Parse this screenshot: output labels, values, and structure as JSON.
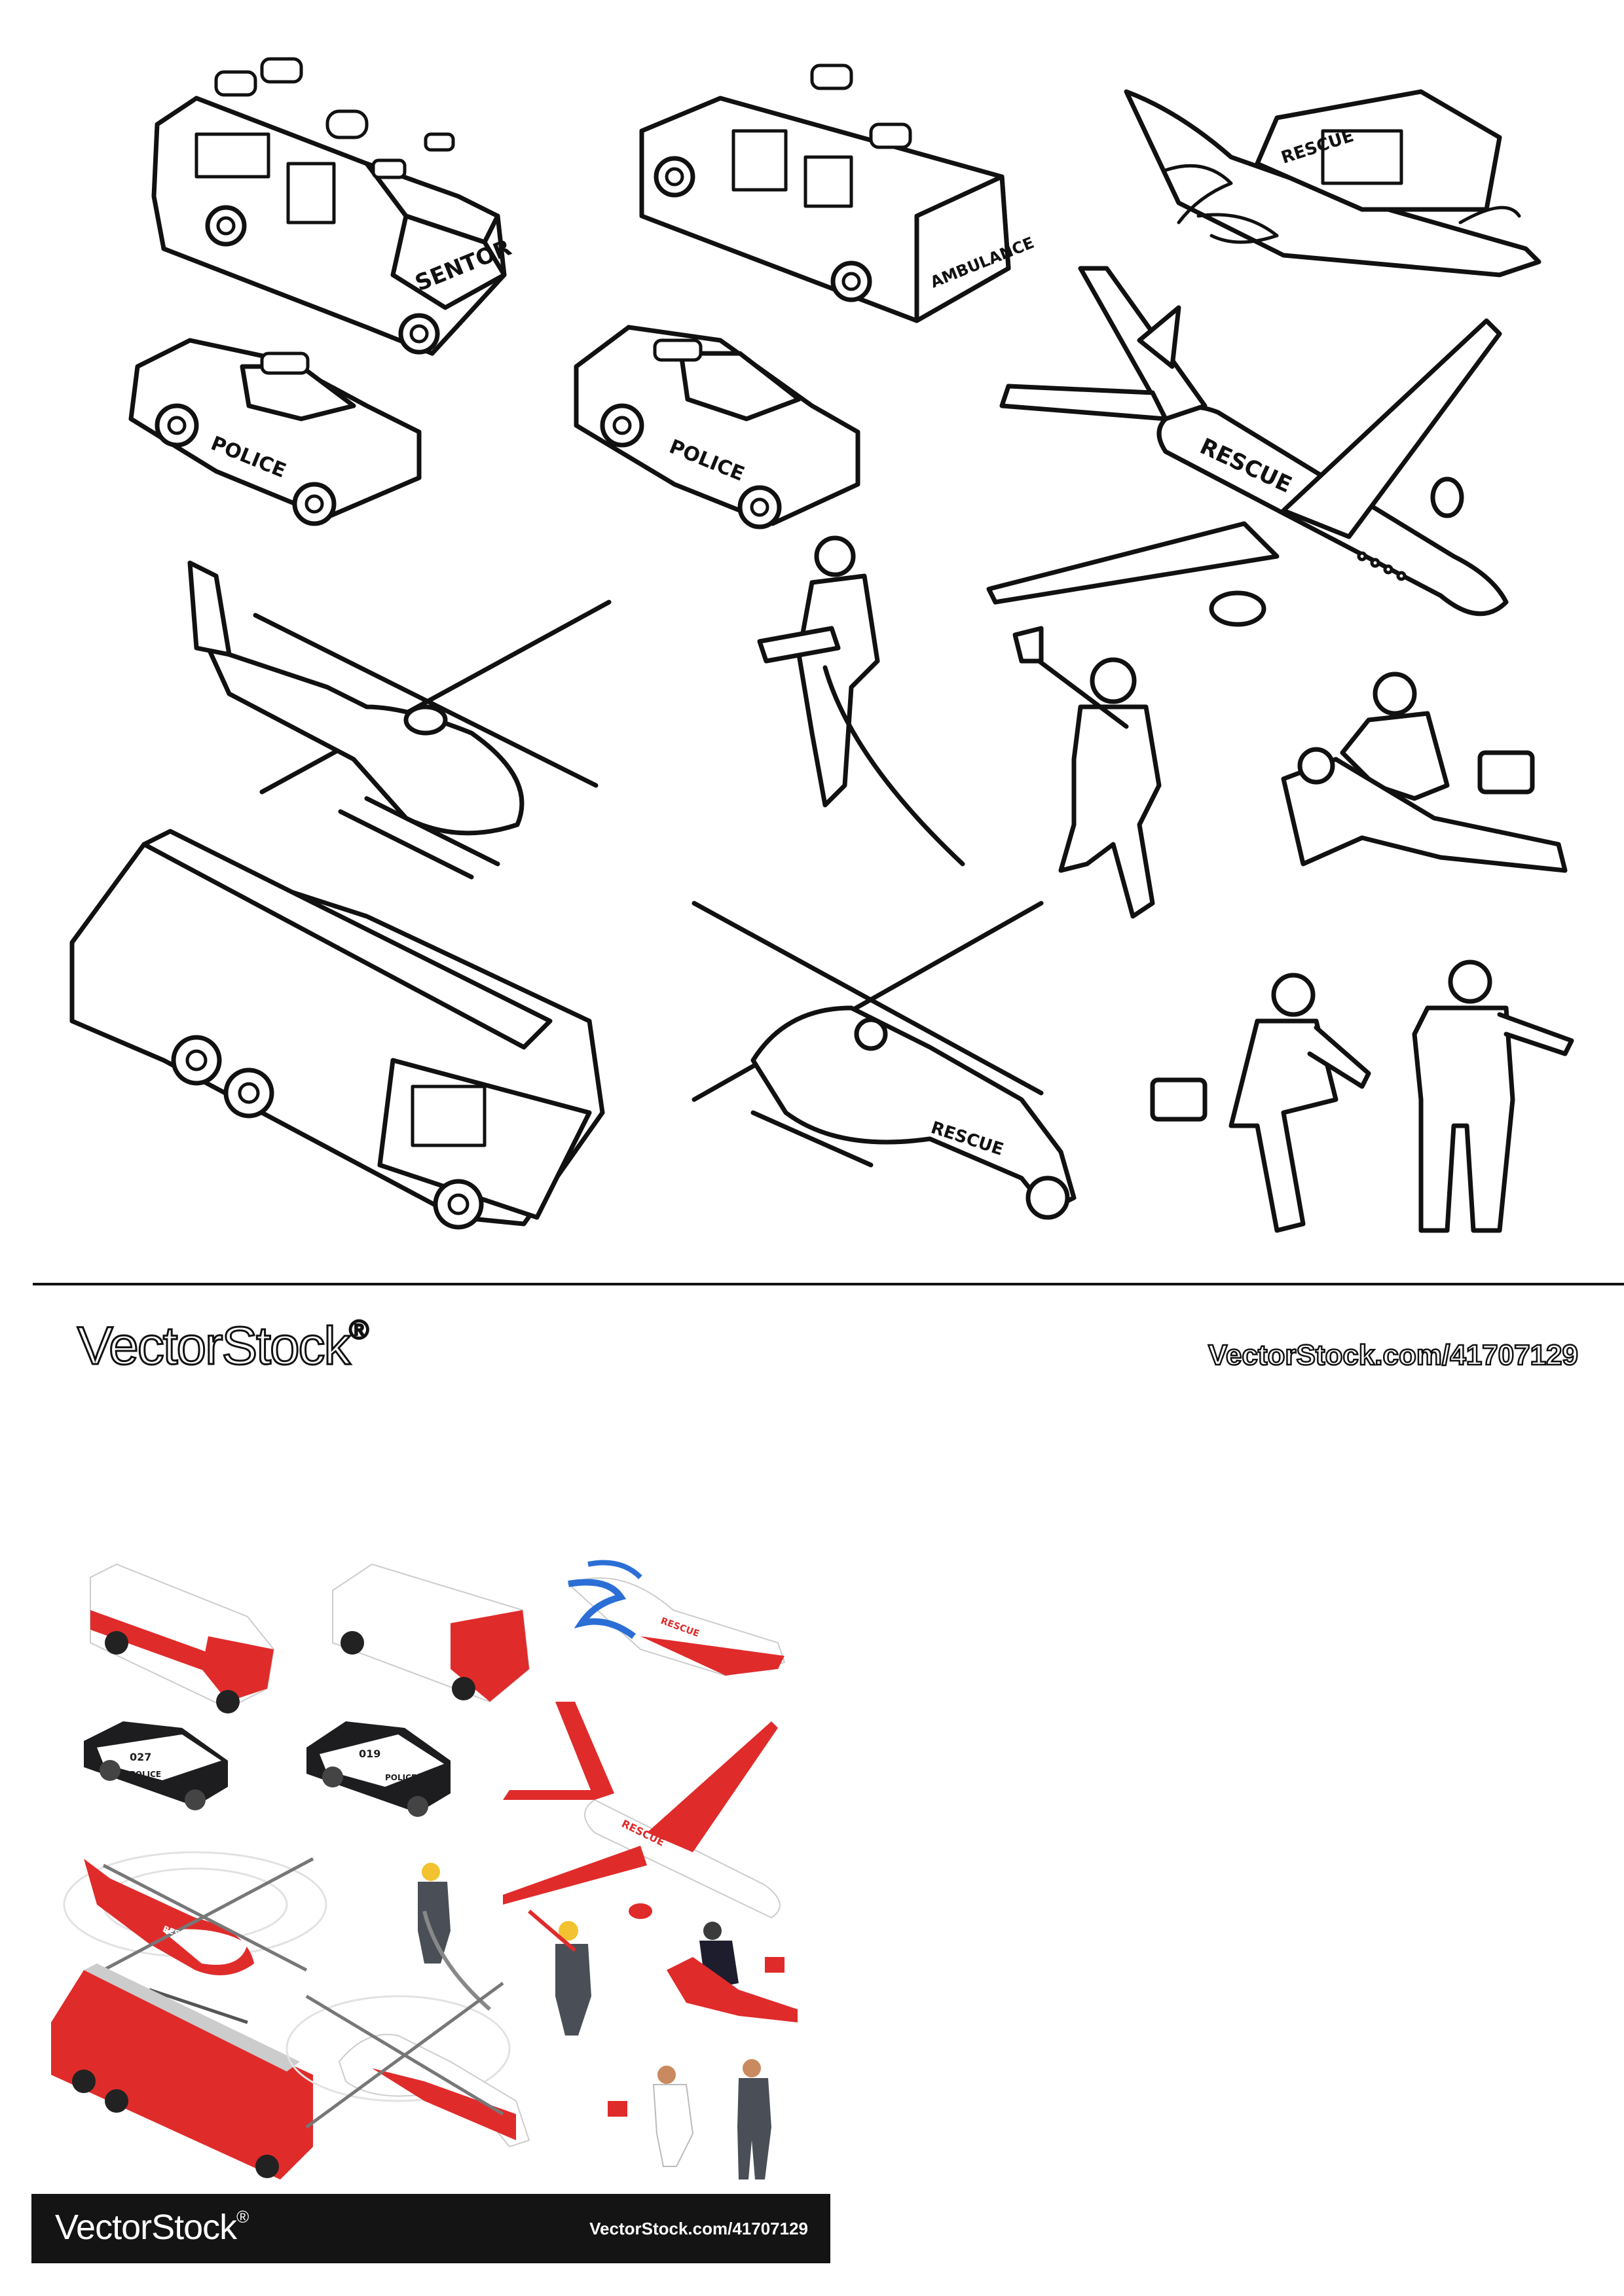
{
  "outline_sheet": {
    "labels": {
      "ambulance_front": "SENTOR",
      "ambulance_back": "AMBULANCE",
      "police_car_1": "POLICE",
      "police_car_2": "POLICE",
      "plane": "RESCUE",
      "boat": "RESCUE",
      "helicopter_2": "RESCUE"
    }
  },
  "watermark": {
    "logo": "VectorStock",
    "registered": "®",
    "url": "VectorStock.com/41707129"
  },
  "color_preview": {
    "labels": {
      "plane": "RESCUE",
      "boat": "RESCUE",
      "police_car_1": "POLICE",
      "police_car_2": "POLICE",
      "car_number_1": "027",
      "car_number_2": "019",
      "helicopter": "RESCUE"
    },
    "banner": {
      "logo": "VectorStock",
      "registered": "®",
      "url": "VectorStock.com/41707129"
    },
    "colors": {
      "red": "#e02b2b",
      "white": "#ffffff",
      "police_black": "#1d1d1f",
      "uniform_gray": "#4a4f57",
      "water_blue": "#2b6fd6",
      "helmet_yellow": "#f2c230",
      "banner_dark": "#141414"
    }
  }
}
